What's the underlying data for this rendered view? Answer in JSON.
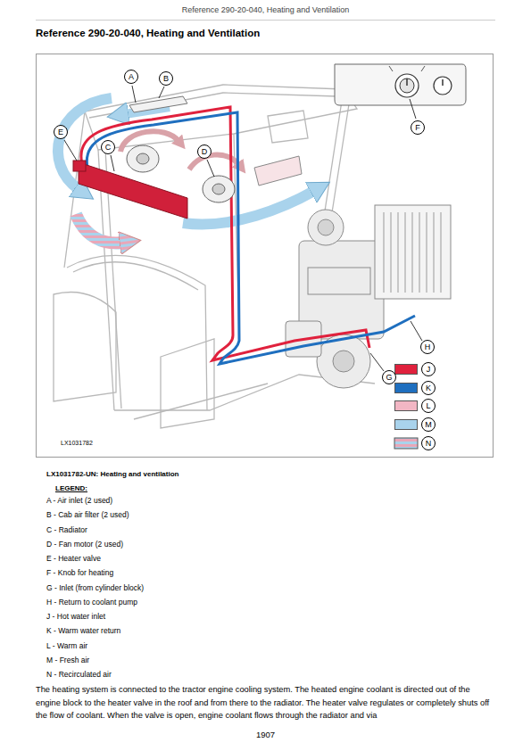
{
  "diagram": {
    "title": "Reference 290-20-040, Heating and Ventilation",
    "caption": "LX1031782-UN: Heating and ventilation",
    "nodes": [
      {
        "text": [
          "A"
        ]
      },
      {
        "text": [
          "B"
        ]
      },
      {
        "text": [
          "E"
        ]
      },
      {
        "text": [
          "C"
        ]
      },
      {
        "text": [
          "D"
        ]
      },
      {
        "text": [
          "F"
        ]
      },
      {
        "text": [
          "H"
        ]
      },
      {
        "text": [
          "G"
        ]
      },
      {
        "text": [
          "J"
        ]
      },
      {
        "text": [
          "K"
        ]
      },
      {
        "text": [
          "L"
        ]
      },
      {
        "text": [
          "M"
        ]
      },
      {
        "text": [
          "N"
        ]
      }
    ],
    "labels": [
      "Reference 290-20-040, Heating and Ventilation",
      "LX1031782",
      "LEGEND:",
      "The heating system is connected to the tractor engine cooling system. The heated engine coolant is directed out of the engine block to the heater valve in the roof and from there to the radiator. The heater valve regulates or completely shuts off the flow of coolant. When the valve is open, engine coolant flows through the radiator and via",
      "1907"
    ],
    "legend": [
      {
        "text": "A - Air inlet (2 used)"
      },
      {
        "text": "B - Cab air filter (2 used)"
      },
      {
        "text": "C - Radiator"
      },
      {
        "text": "D - Fan motor (2 used)"
      },
      {
        "text": "E - Heater valve"
      },
      {
        "text": "F - Knob for heating"
      },
      {
        "text": "G - Inlet (from cylinder block)"
      },
      {
        "text": "H - Return to coolant pump"
      },
      {
        "text": "J - Hot water inlet",
        "color": "#e0213d"
      },
      {
        "text": "K - Warm water return",
        "color": "#1f6fbf"
      },
      {
        "text": "L - Warm air",
        "color": "#f2b6c4"
      },
      {
        "text": "M - Fresh air",
        "color": "#a9d3ec"
      },
      {
        "text": "N - Recirculated air"
      }
    ]
  }
}
